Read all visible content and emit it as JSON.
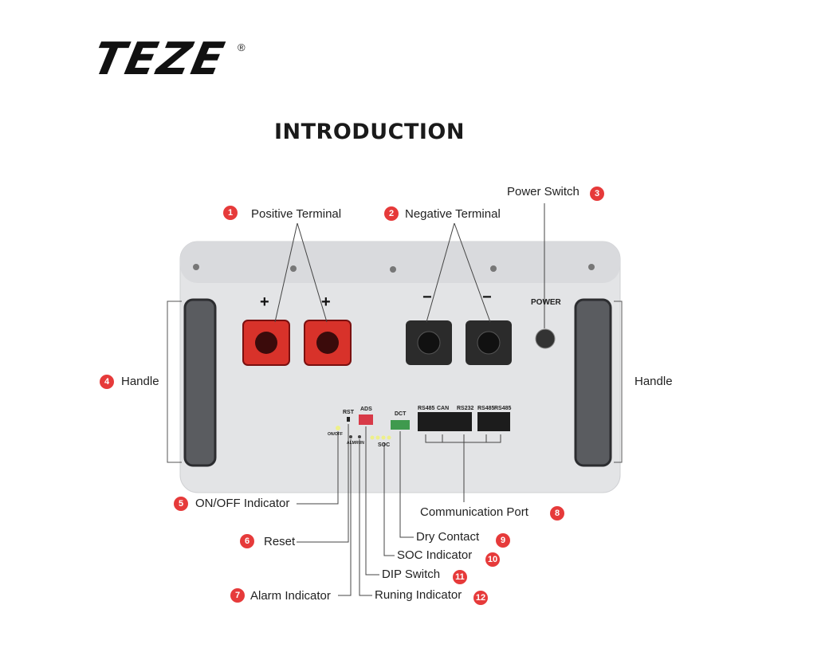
{
  "brand": {
    "logo_text": "TEZE",
    "registered": "®"
  },
  "title": "INTRODUCTION",
  "callouts": [
    {
      "n": "1",
      "label": "Positive Terminal"
    },
    {
      "n": "2",
      "label": "Negative Terminal"
    },
    {
      "n": "3",
      "label": "Power Switch"
    },
    {
      "n": "4",
      "label": "Handle"
    },
    {
      "n": "5",
      "label": "ON/OFF Indicator"
    },
    {
      "n": "6",
      "label": "Reset"
    },
    {
      "n": "7",
      "label": "Alarm Indicator"
    },
    {
      "n": "8",
      "label": "Communication Port"
    },
    {
      "n": "9",
      "label": "Dry Contact"
    },
    {
      "n": "10",
      "label": "SOC Indicator"
    },
    {
      "n": "11",
      "label": "DIP Switch"
    },
    {
      "n": "12",
      "label": "Runing Indicator"
    }
  ],
  "handle_right": "Handle",
  "device": {
    "plus": "+",
    "minus": "−",
    "power": "POWER",
    "rst": "RST",
    "ads": "ADS",
    "dct": "DCT",
    "onoff": "ON/OFF",
    "alm": "ALM",
    "run": "RUN",
    "soc": "SOC",
    "ports": [
      "RS485",
      "CAN",
      "RS232",
      "RS485",
      "RS485"
    ]
  },
  "colors": {
    "accent": "#e63a3a",
    "panel": "#e3e4e6",
    "terminal_red": "#d8322a",
    "terminal_black": "#2b2b2b"
  }
}
